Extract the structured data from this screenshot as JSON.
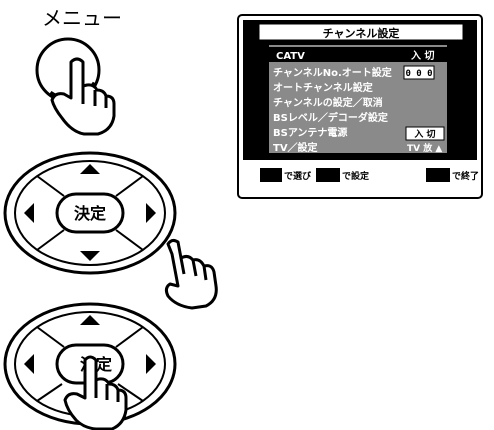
{
  "instructions": {
    "menu_label": "メニュー",
    "enter_label": "決定"
  },
  "tv_screen": {
    "title": "チャンネル設定",
    "items": [
      {
        "label": "CATV",
        "value": "入 切"
      },
      {
        "label": "チャンネルNo.オート設定",
        "value": "0 0 0"
      },
      {
        "label": "オートチャンネル設定",
        "value": ""
      },
      {
        "label": "チャンネルの設定／取消",
        "value": ""
      },
      {
        "label": "BSレベル／デコーダ設定",
        "value": ""
      },
      {
        "label": "BSアンテナ電源",
        "value": "入 切"
      },
      {
        "label": "TV／設定",
        "value": "TV 放 ▲"
      }
    ],
    "footer": {
      "select_hint": "で選び",
      "set_hint": "で設定",
      "end_hint": "で終了"
    }
  }
}
